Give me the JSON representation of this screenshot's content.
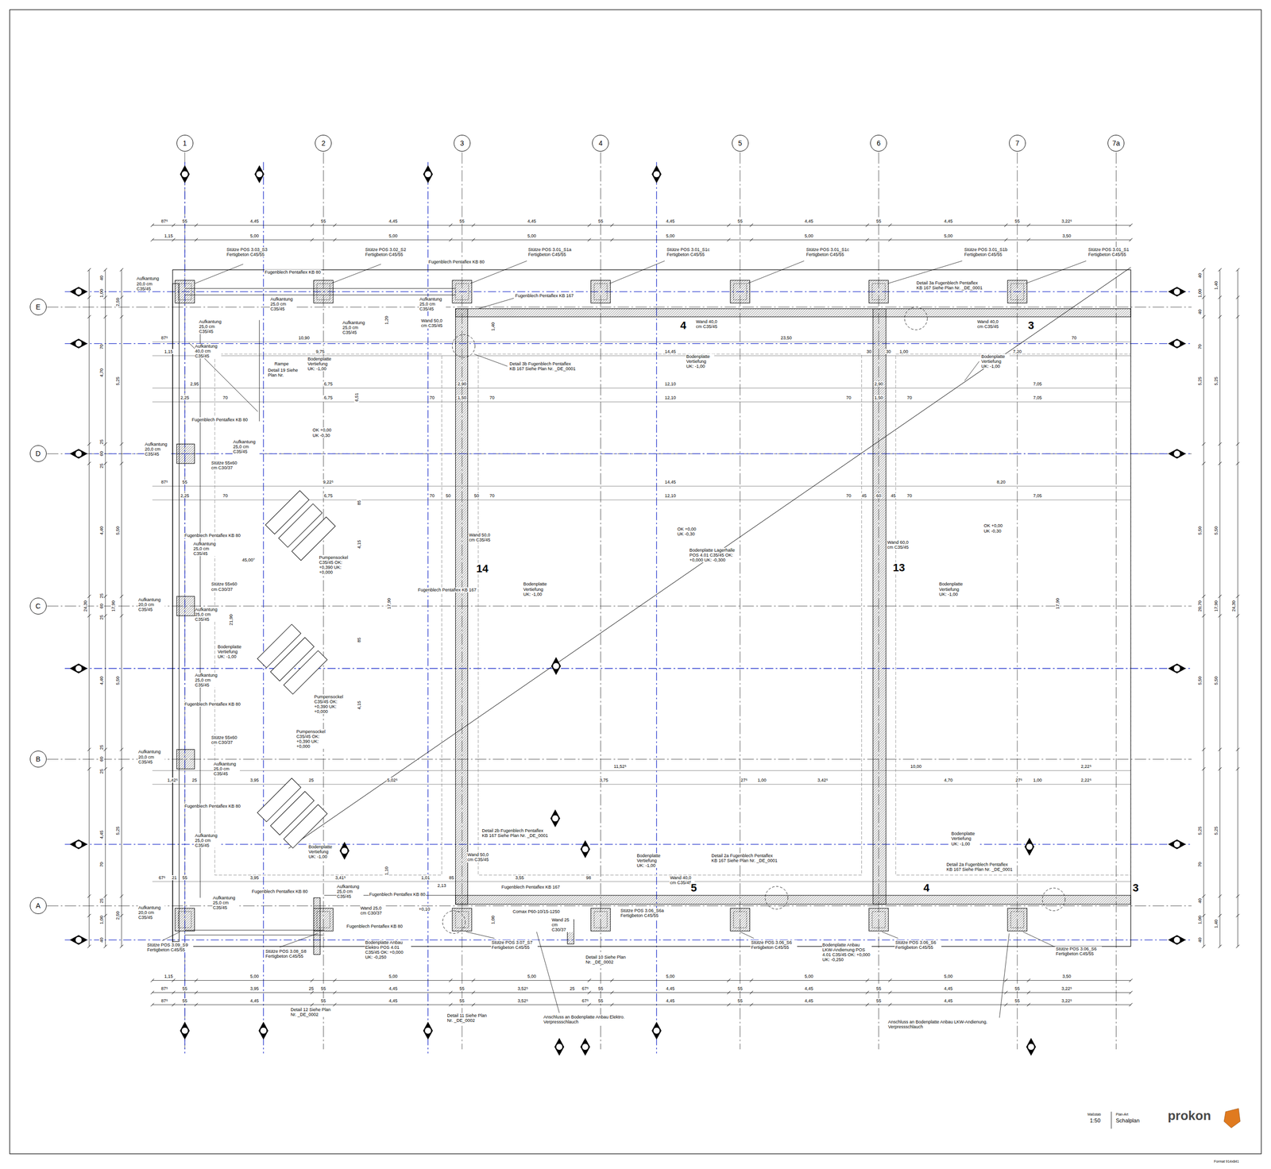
{
  "diagram": {
    "nodes": [
      {
        "text": [
          "1"
        ]
      },
      {
        "text": [
          "2"
        ]
      },
      {
        "text": [
          "3"
        ]
      },
      {
        "text": [
          "4"
        ]
      },
      {
        "text": [
          "5"
        ]
      },
      {
        "text": [
          "6"
        ]
      },
      {
        "text": [
          "7"
        ]
      },
      {
        "text": [
          "7a"
        ]
      },
      {
        "text": [
          "E"
        ]
      },
      {
        "text": [
          "D"
        ]
      },
      {
        "text": [
          "C"
        ]
      },
      {
        "text": [
          "B"
        ]
      },
      {
        "text": [
          "A"
        ]
      }
    ],
    "labels": [
      "87⁵",
      "55",
      "4,45",
      "55",
      "4,45",
      "55",
      "4,45",
      "55",
      "4,45",
      "55",
      "4,45",
      "55",
      "4,45",
      "55",
      "3,22⁵",
      "1,15",
      "5,00",
      "5,00",
      "5,00",
      "5,00",
      "5,00",
      "5,00",
      "3,50",
      "1,15",
      "5,00",
      "5,00",
      "5,00",
      "5,00",
      "5,00",
      "5,00",
      "3,50",
      "87⁵",
      "55",
      "3,95",
      "25",
      "55",
      "4,45",
      "55",
      "3,52⁵",
      "25",
      "67⁵",
      "55",
      "4,45",
      "55",
      "4,45",
      "55",
      "4,45",
      "55",
      "3,22⁵",
      "87⁵",
      "55",
      "4,45",
      "55",
      "4,45",
      "55",
      "3,52⁵",
      "67⁵",
      "55",
      "4,45",
      "55",
      "4,45",
      "55",
      "4,45",
      "55",
      "3,22⁵",
      "40",
      "1,00",
      "70",
      "4,70",
      "25",
      "60",
      "25",
      "4,40",
      "25",
      "60",
      "25",
      "4,40",
      "25",
      "60",
      "25",
      "4,45",
      "70",
      "25",
      "1,00",
      "40",
      "2,50",
      "5,25",
      "5,50",
      "5,50",
      "5,25",
      "2,50",
      "17,90",
      "24,30",
      "40",
      "1,00",
      "40",
      "70",
      "5,25",
      "5,50",
      "5,50",
      "5,25",
      "70",
      "40",
      "1,00",
      "40",
      "20,70",
      "1,40",
      "5,25",
      "5,50",
      "17,90",
      "5,50",
      "5,25",
      "1,40",
      "24,30",
      "87⁵",
      "10,90",
      "23,50",
      "70",
      "1,15",
      "9,75",
      "14,45",
      "30",
      "30",
      "1,00",
      "7,20",
      "2,95",
      "6,75",
      "2,90",
      "12,10",
      "2,90",
      "7,05",
      "2,25",
      "70",
      "6,75",
      "70",
      "1,50",
      "70",
      "12,10",
      "70",
      "1,50",
      "70",
      "7,05",
      "87⁵",
      "55",
      "9,22⁵",
      "14,45",
      "8,20",
      "2,25",
      "70",
      "6,75",
      "70",
      "50",
      "50",
      "70",
      "12,10",
      "70",
      "45",
      "60",
      "45",
      "70",
      "7,05",
      "11,52⁵",
      "10,00",
      "2,22⁵",
      "1,42⁵",
      "25",
      "3,95",
      "25",
      "5,02⁵",
      "3,75",
      "27⁵",
      "1,00",
      "3,42⁵",
      "4,70",
      "27⁵",
      "1,00",
      "2,22⁵",
      "67⁵",
      "21",
      "55",
      "3,95",
      "3,41⁵",
      "1,01",
      "85",
      "3,55",
      "98",
      "2,13",
      "1,20",
      "6,51",
      "85",
      "4,15",
      "85",
      "4,15",
      "17,90",
      "21,90",
      "17,90",
      "1,40",
      "1,00",
      "1,10",
      "Stütze POS 3.03_S3 Fertigbeton C45/55",
      "Stütze POS 3.02_S2 Fertigbeton C45/55",
      "Fugenblech Pentaflex KB 80",
      "Stütze POS 3.01_S1a Fertigbeton C45/55",
      "Stütze POS 3.01_S1c Fertigbeton C45/55",
      "Stütze POS 3.01_S1c Fertigbeton C45/55",
      "Stütze POS 3.01_S1b Fertigbeton C45/55",
      "Stütze POS 3.01_S1 Fertigbeton C45/55",
      "Aufkantung 20,0 cm C35/45",
      "Fugenblech Pentaflex KB 80",
      "Aufkantung 25,0 cm C35/45",
      "Aufkantung 25,0 cm C35/45",
      "Aufkantung 25,0 cm C35/45",
      "Aufkantung 40,0 cm C35/45",
      "Aufkantung 25,0 cm C35/45",
      "Wand 50,0 cm C35/45",
      "Fugenblech Pentaflex KB 167",
      "Detail 3a Fugenblech Pentaflex KB 167 Siehe Plan Nr. _DE_0001",
      "Wand 40,0 cm C35/45",
      "Wand 40,0 cm C35/45",
      "Rampe",
      "Detail 19 Siehe Plan Nr.",
      "Bodenplatte Vertiefung UK: -1,00",
      "Detail 3b Fugenblech Pentaflex KB 167 Siehe Plan Nr. _DE_0001",
      "Bodenplatte Vertiefung UK: -1,00",
      "Bodenplatte Vertiefung UK: -1,00",
      "OK +0,00 UK -0,30",
      "Fugenblech Pentaflex KB 80",
      "Aufkantung 20,0 cm C35/45",
      "Aufkantung 25,0 cm C35/45",
      "Stütze 55x60 cm C30/37",
      "Fugenblech Pentaflex KB 80",
      "Aufkantung 25,0 cm C35/45",
      "45,00°",
      "Pumpensockel C35/45 OK: +0,390 UK: +0,000",
      "Wand 50,0 cm C35/45",
      "OK +0,00 UK -0,30",
      "Bodenplatte Lagerhalle POS 4.01 C35/45 OK: +0,000 UK: -0,300",
      "Wand 60,0 cm C35/45",
      "OK +0,00 UK -0,30",
      "Fugenblech Pentaflex KB 167",
      "Bodenplatte Vertiefung UK: -1,00",
      "Bodenplatte Vertiefung UK: -1,00",
      "Aufkantung 20,0 cm C35/45",
      "Stütze 55x60 cm C30/37",
      "Aufkantung 25,0 cm C35/45",
      "Bodenplatte Vertiefung UK: -1,00",
      "Aufkantung 25,0 cm C35/45",
      "Fugenblech Pentaflex KB 80",
      "Pumpensockel C35/45 OK: +0,390 UK: +0,000",
      "Pumpensockel C35/45 OK: +0,390 UK: +0,000",
      "Stütze 55x60 cm C30/37",
      "Aufkantung 20,0 cm C35/45",
      "Aufkantung 25,0 cm C35/45",
      "Fugenblech Pentaflex KB 80",
      "Aufkantung 25,0 cm C35/45",
      "Bodenplatte Vertiefung UK: -1,00",
      "Detail 2b Fugenblech Pentaflex KB 167 Siehe Plan Nr. _DE_0001",
      "Wand 50,0 cm C35/45",
      "Bodenplatte Vertiefung UK: -1,00",
      "Detail 2a Fugenblech Pentaflex KB 167 Siehe Plan Nr. _DE_0001",
      "Bodenplatte Vertiefung UK: -1,00",
      "Detail 2a Fugenblech Pentaflex KB 167 Siehe Plan Nr. _DE_0001",
      "Wand 40,0 cm C35/45",
      "Fugenblech Pentaflex KB 167",
      "Fugenblech Pentaflex KB 80",
      "Aufkantung 25,0 cm C35/45",
      "Fugenblech Pentaflex KB 80",
      "Aufkantung 20,0 cm C35/45",
      "Aufkantung 25,0 cm C35/45",
      "Wand 25,0 cm C30/37",
      "Fugenblech Pentaflex KB 80",
      "+0,10",
      "Comax P60-10/15-1250",
      "Wand 25 cm C30/37",
      "Stütze POS 3.06_S6a Fertigbeton C45/55",
      "Stütze POS 3.09_S9 Fertigbeton C45/55",
      "Stütze POS 3.08_S8 Fertigbeton C45/55",
      "Bodenplatte Anbau Elektro POS 4.01 C35/45 OK: +0,000 UK: -0,250",
      "Stütze POS 3.07_S7 Fertigbeton C45/55",
      "Detail 10 Siehe Plan Nr. _DE_0002",
      "Stütze POS 3.06_S6 Fertigbeton C45/55",
      "Bodenplatte Anbau LKW-Andienung POS 4.01 C35/45 OK: +0,000 UK: -0,250",
      "Stütze POS 3.06_S6 Fertigbeton C45/55",
      "Stütze POS 3.06_S6 Fertigbeton C45/55",
      "Detail 12 Siehe Plan Nr. _DE_0002",
      "Detail 11 Siehe Plan Nr. _DE_0002",
      "Anschluss an Bodenplatte Anbau Elektro. Verpressschlauch",
      "Anschluss an Bodenplatte Anbau LKW-Andienung. Verpressschlauch",
      "4",
      "3",
      "14",
      "13",
      "5",
      "4",
      "3",
      "Maßstab",
      "1:50",
      "Plan-Art",
      "Schalplan",
      "prokon",
      "Format 914x841"
    ]
  }
}
